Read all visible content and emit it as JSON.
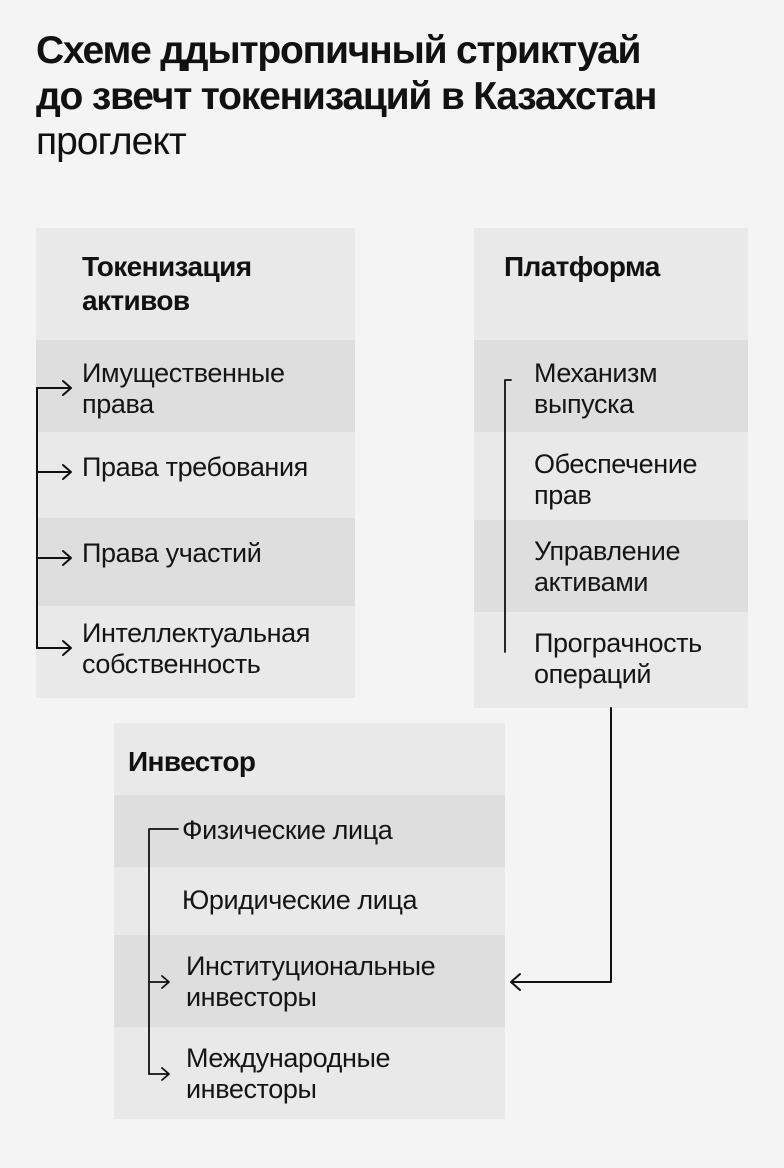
{
  "title": {
    "line1": "Схеме ддытропичный стриктуай",
    "line2": "до звечт токенизаций в Казахстан",
    "subtitle": "проглект"
  },
  "assets": {
    "heading_line1": "Токенизация",
    "heading_line2": "активов",
    "items": [
      {
        "line1": "Имущественные",
        "line2": "права"
      },
      {
        "line1": "Права требования",
        "line2": ""
      },
      {
        "line1": "Права участий",
        "line2": ""
      },
      {
        "line1": "Интеллектуальная",
        "line2": "собственность"
      }
    ]
  },
  "platform": {
    "heading": "Платформа",
    "items": [
      {
        "line1": "Механизм",
        "line2": "выпуска"
      },
      {
        "line1": "Обеспечение",
        "line2": "прав"
      },
      {
        "line1": "Управление",
        "line2": "активами"
      },
      {
        "line1": "Програчность",
        "line2": "операций"
      }
    ]
  },
  "investor": {
    "heading": "Инвестор",
    "items": [
      {
        "line1": "Физические лица",
        "line2": ""
      },
      {
        "line1": "Юридические лица",
        "line2": ""
      },
      {
        "line1": "Институциональные",
        "line2": "инвесторы"
      },
      {
        "line1": "Международные",
        "line2": "инвесторы"
      }
    ]
  }
}
